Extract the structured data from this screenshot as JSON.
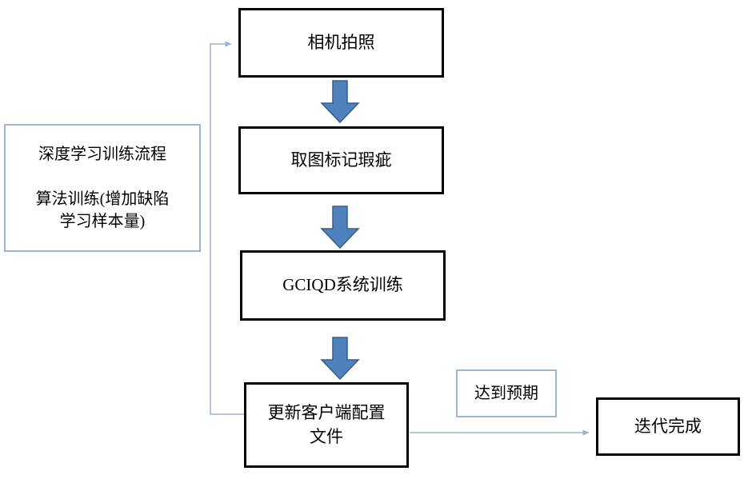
{
  "nodes": {
    "camera": {
      "label": "相机拍照"
    },
    "mark_defects": {
      "label": "取图标记瑕疵"
    },
    "gciqd_training": {
      "label": "GCIQD系统训练"
    },
    "update_config": {
      "label": "更新客户端配置\n文件"
    },
    "side_note": {
      "label": "深度学习训练流程\n\n算法训练(增加缺陷\n学习样本量)"
    },
    "expectation": {
      "label": "达到预期"
    },
    "iteration_done": {
      "label": "迭代完成"
    }
  },
  "edges": [
    {
      "from": "camera",
      "to": "mark_defects",
      "style": "block-arrow-down"
    },
    {
      "from": "mark_defects",
      "to": "gciqd_training",
      "style": "block-arrow-down"
    },
    {
      "from": "gciqd_training",
      "to": "update_config",
      "style": "block-arrow-down"
    },
    {
      "from": "update_config",
      "to": "camera",
      "style": "feedback-line-left-up"
    },
    {
      "from": "update_config",
      "to": "iteration_done",
      "style": "thin-arrow-right",
      "label": "达到预期"
    }
  ],
  "colors": {
    "block_arrow_fill": "#4f81bd",
    "block_arrow_stroke": "#385d8a",
    "connector": "#95b3d7",
    "light_border": "#9cb6d6",
    "black_border": "#000000"
  }
}
